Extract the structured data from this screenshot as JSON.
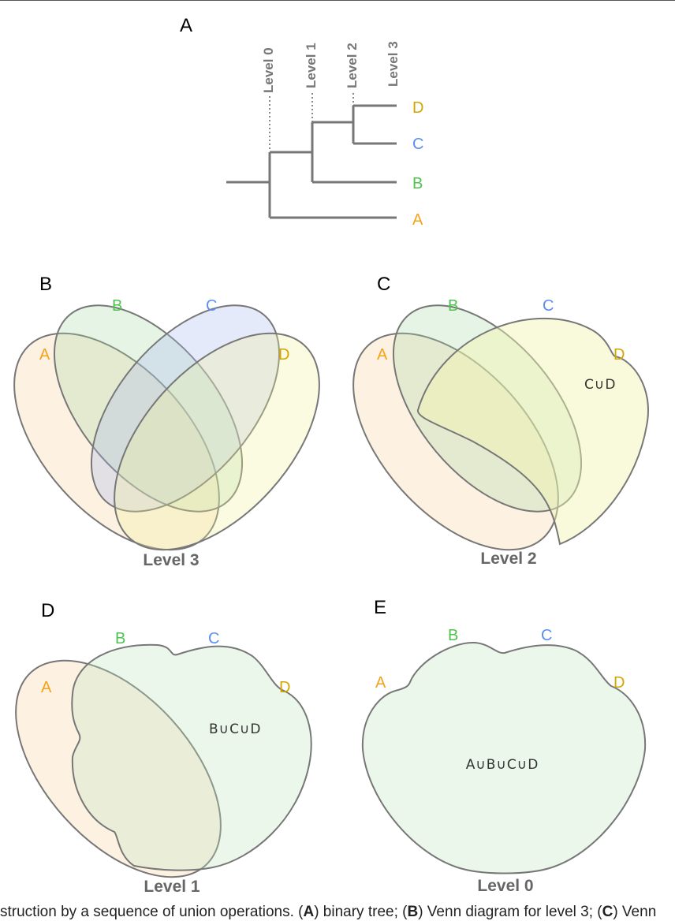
{
  "colors": {
    "A": "#f5a219",
    "B": "#4ec34e",
    "C": "#5b8ef0",
    "D": "#d4a500",
    "stroke": "#777777"
  },
  "tree": {
    "panel": "A",
    "levels": [
      "Level 0",
      "Level 1",
      "Level 2",
      "Level 3"
    ],
    "leaves": [
      "D",
      "C",
      "B",
      "A"
    ]
  },
  "panels": [
    {
      "letter": "B",
      "sets": [
        "A",
        "B",
        "C",
        "D"
      ],
      "level": "Level 3",
      "union": ""
    },
    {
      "letter": "C",
      "sets": [
        "A",
        "B",
        "C",
        "D"
      ],
      "level": "Level 2",
      "union": "C∪D"
    },
    {
      "letter": "D",
      "sets": [
        "A",
        "B",
        "C",
        "D"
      ],
      "level": "Level 1",
      "union": "B∪C∪D"
    },
    {
      "letter": "E",
      "sets": [
        "A",
        "B",
        "C",
        "D"
      ],
      "level": "Level 0",
      "union": "A∪B∪C∪D"
    }
  ],
  "caption": {
    "prefix": "struction by a sequence of union operations. (",
    "a": "A",
    "a_text": ") binary tree; (",
    "b": "B",
    "b_text": ") Venn diagram for level 3; (",
    "c": "C",
    "c_text": ") Venn"
  }
}
